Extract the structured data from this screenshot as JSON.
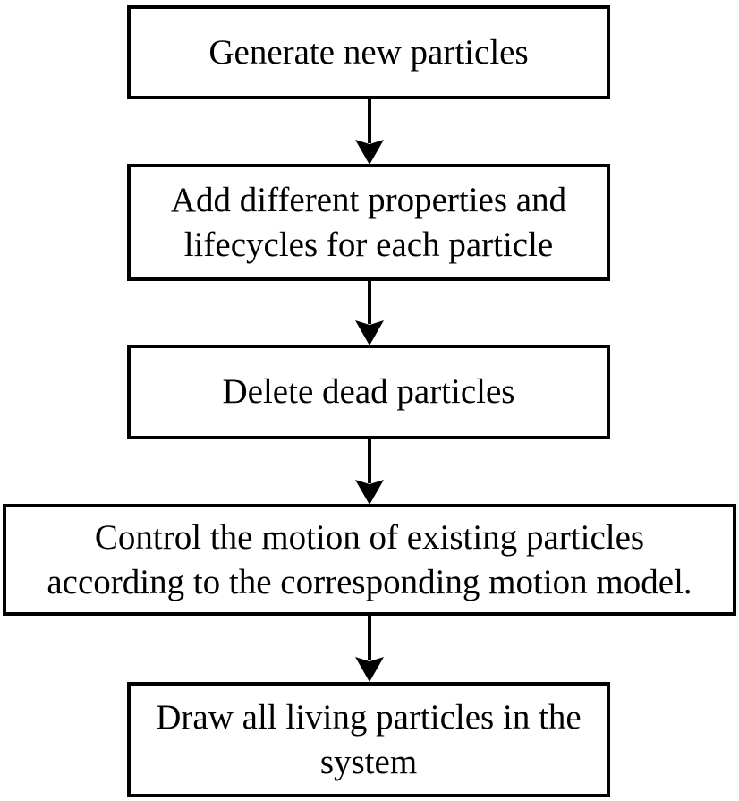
{
  "flowchart": {
    "type": "vertical-flowchart",
    "colors": {
      "background": "#ffffff",
      "box_border": "#000000",
      "box_fill": "#ffffff",
      "text": "#000000",
      "arrow": "#000000"
    },
    "nodes": [
      {
        "id": "generate-new-particles",
        "lines": [
          "Generate new particles"
        ]
      },
      {
        "id": "add-properties-lifecycles",
        "lines": [
          "Add different properties and",
          "lifecycles for each particle"
        ]
      },
      {
        "id": "delete-dead-particles",
        "lines": [
          "Delete dead particles"
        ]
      },
      {
        "id": "control-motion",
        "lines": [
          "Control the motion of existing particles",
          "according to the corresponding motion model."
        ]
      },
      {
        "id": "draw-living-particles",
        "lines": [
          "Draw all living particles in the",
          "system"
        ]
      }
    ],
    "connections": [
      {
        "from": 0,
        "to": 1,
        "direction": "down"
      },
      {
        "from": 1,
        "to": 2,
        "direction": "down"
      },
      {
        "from": 2,
        "to": 3,
        "direction": "down"
      },
      {
        "from": 3,
        "to": 4,
        "direction": "down"
      }
    ]
  }
}
